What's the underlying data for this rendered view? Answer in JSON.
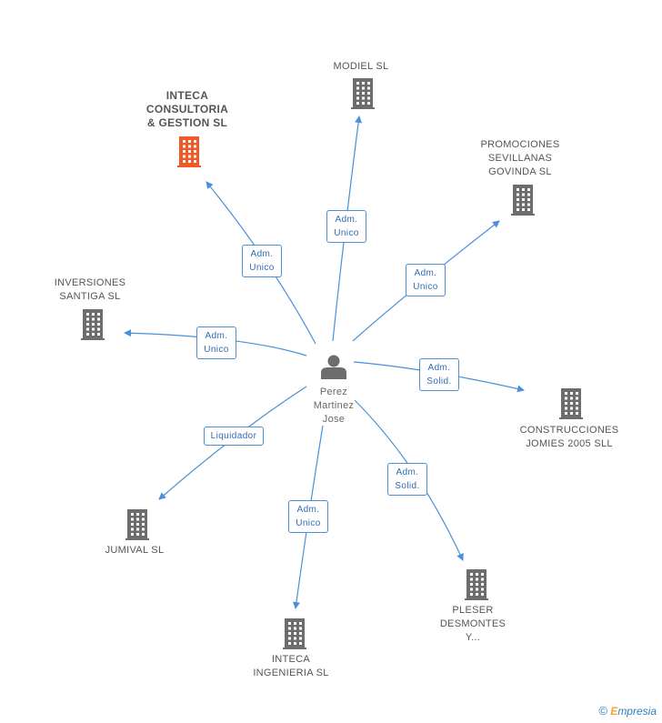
{
  "center": {
    "name": "Perez\nMartinez\nJose",
    "icon": "person-icon"
  },
  "colors": {
    "edge": "#4a8fd8",
    "building": "#6d6d6d",
    "building_highlight": "#f05a28",
    "edge_text": "#2f6db5"
  },
  "companies": [
    {
      "id": "inteca-consultoria",
      "name": "INTECA\nCONSULTORIA\n& GESTION SL",
      "highlight": true,
      "relation": "Adm.\nUnico",
      "icon": "building-icon"
    },
    {
      "id": "modiel",
      "name": "MODIEL SL",
      "highlight": false,
      "relation": "Adm.\nUnico",
      "icon": "building-icon"
    },
    {
      "id": "promociones-sevillanas",
      "name": "PROMOCIONES\nSEVILLANAS\nGOVINDA  SL",
      "highlight": false,
      "relation": "Adm.\nUnico",
      "icon": "building-icon"
    },
    {
      "id": "inversiones-santiga",
      "name": "INVERSIONES\nSANTIGA SL",
      "highlight": false,
      "relation": "Adm.\nUnico",
      "icon": "building-icon"
    },
    {
      "id": "construcciones-jomies",
      "name": "CONSTRUCCIONES\nJOMIES 2005 SLL",
      "highlight": false,
      "relation": "Adm.\nSolid.",
      "icon": "building-icon"
    },
    {
      "id": "jumival",
      "name": "JUMIVAL SL",
      "highlight": false,
      "relation": "Liquidador",
      "icon": "building-icon"
    },
    {
      "id": "inteca-ingenieria",
      "name": "INTECA\nINGENIERIA SL",
      "highlight": false,
      "relation": "Adm.\nUnico",
      "icon": "building-icon"
    },
    {
      "id": "pleser-desmontes",
      "name": "PLESER\nDESMONTES\nY...",
      "highlight": false,
      "relation": "Adm.\nSolid.",
      "icon": "building-icon"
    }
  ],
  "footer": {
    "copyright": "©",
    "brand_initial": "E",
    "brand_rest": "mpresia"
  }
}
